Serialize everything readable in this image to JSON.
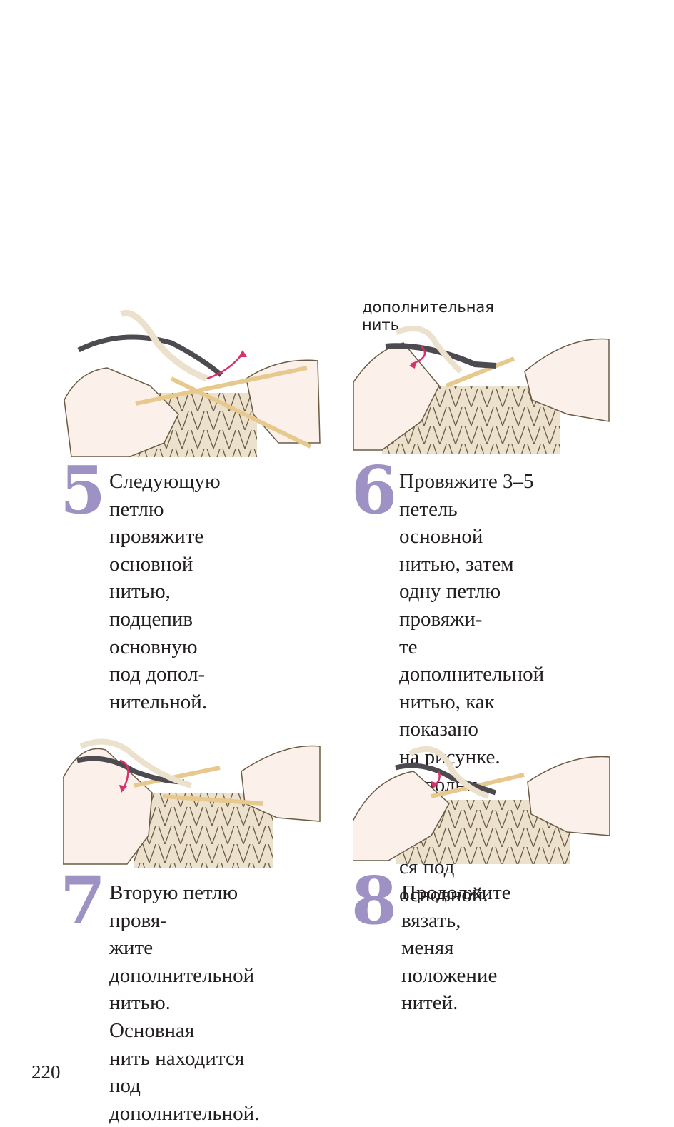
{
  "page_number": "220",
  "steps": [
    {
      "number": "5",
      "text": "Следующую петлю\nпровяжите основной\nнитью, подцепив\nосновную под допол-\nнительной."
    },
    {
      "number": "6",
      "text": "Провяжите 3–5 петель\nосновной нитью, затем\nодну петлю провяжи-\nте дополнительной\nнитью, как показано\nна рисунке. Дополни-\nтельная нить находит-\nся под основной.",
      "callout": "дополнительная\nнить"
    },
    {
      "number": "7",
      "text": "Вторую петлю провя-\nжите дополнительной\nнитью. Основная\nнить находится под\nдополнительной."
    },
    {
      "number": "8",
      "text": "Продолжите вязать,\nменяя положение\nнитей."
    }
  ],
  "colors": {
    "step_number": "#9e91c4",
    "yarn": "#ece1cc",
    "yarn_outline": "#6b5b45",
    "dark_yarn": "#4d4b4f",
    "arrow": "#d6336c",
    "skin": "#fbf1ea"
  }
}
